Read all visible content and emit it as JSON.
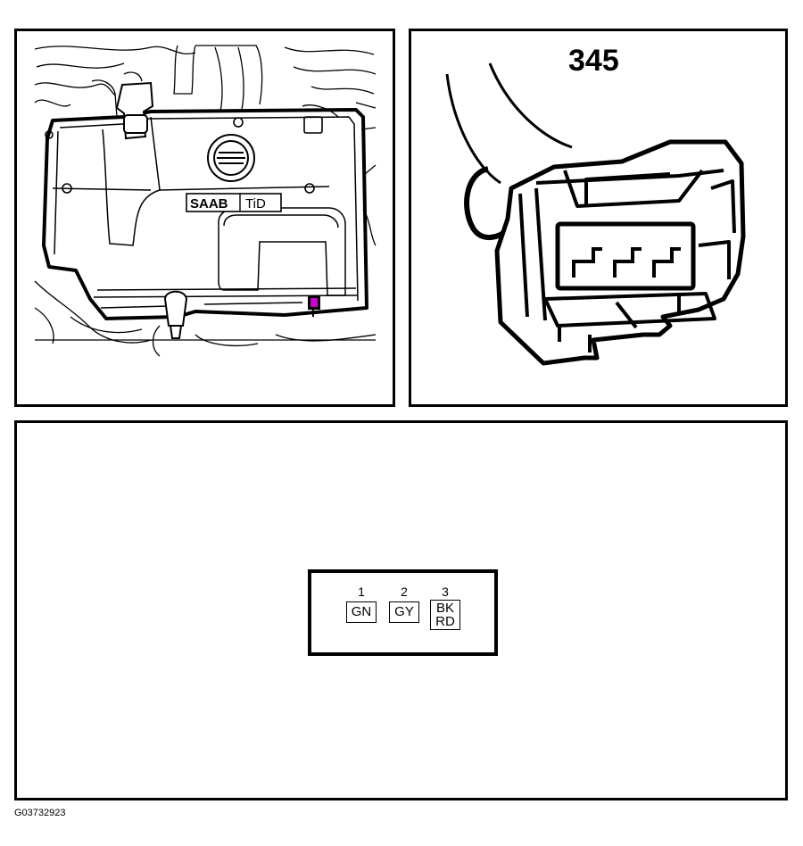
{
  "connector": {
    "number": "345"
  },
  "engine": {
    "brand_badge": "SAAB",
    "model_badge": "TiD"
  },
  "pins": [
    {
      "number": "1",
      "colors": [
        "GN"
      ]
    },
    {
      "number": "2",
      "colors": [
        "GY"
      ]
    },
    {
      "number": "3",
      "colors": [
        "BK",
        "RD"
      ]
    }
  ],
  "figure_id": "G03732923",
  "colors": {
    "locator_highlight": "#cc00cc",
    "line": "#000000",
    "background": "#ffffff"
  },
  "icons": [
    "engine-cover-illustration",
    "connector-illustration",
    "locator-marker-icon"
  ]
}
